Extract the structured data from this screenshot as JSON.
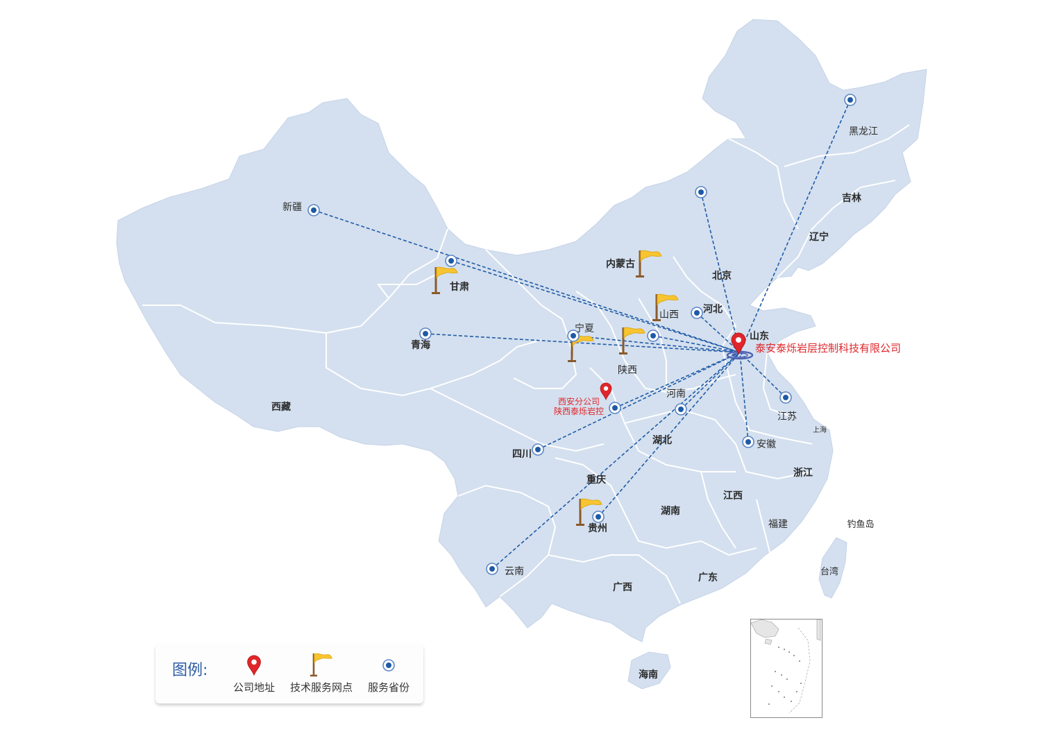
{
  "colors": {
    "land": "#d4e0ef",
    "border": "#ffffff",
    "route": "#1f5aa6",
    "marker_red": "#e0262b",
    "flag_yellow": "#f7c531",
    "point_blue": "#1f5aa6"
  },
  "company": {
    "label": "泰安泰烁岩层控制科技有限公司",
    "icon": "map-pin-icon"
  },
  "branch": {
    "line1": "西安分公司",
    "line2": "陕西泰烁岩控",
    "icon": "map-pin-icon"
  },
  "provinces": [
    {
      "id": "xinjiang",
      "name": "新疆",
      "bold": false
    },
    {
      "id": "xizang",
      "name": "西藏",
      "bold": true
    },
    {
      "id": "qinghai",
      "name": "青海",
      "bold": true
    },
    {
      "id": "gansu",
      "name": "甘肃",
      "bold": true
    },
    {
      "id": "neimenggu",
      "name": "内蒙古",
      "bold": true
    },
    {
      "id": "ningxia",
      "name": "宁夏",
      "bold": false
    },
    {
      "id": "shaanxi",
      "name": "陕西",
      "bold": false
    },
    {
      "id": "shanxi",
      "name": "山西",
      "bold": false
    },
    {
      "id": "hebei",
      "name": "河北",
      "bold": true
    },
    {
      "id": "beijing",
      "name": "北京",
      "bold": true
    },
    {
      "id": "shandong",
      "name": "山东",
      "bold": true
    },
    {
      "id": "henan",
      "name": "河南",
      "bold": false
    },
    {
      "id": "sichuan",
      "name": "四川",
      "bold": true
    },
    {
      "id": "chongqing",
      "name": "重庆",
      "bold": true
    },
    {
      "id": "hubei",
      "name": "湖北",
      "bold": true
    },
    {
      "id": "anhui",
      "name": "安徽",
      "bold": false
    },
    {
      "id": "jiangsu",
      "name": "江苏",
      "bold": false
    },
    {
      "id": "shanghai",
      "name": "上海",
      "bold": false
    },
    {
      "id": "zhejiang",
      "name": "浙江",
      "bold": true
    },
    {
      "id": "jiangxi",
      "name": "江西",
      "bold": true
    },
    {
      "id": "hunan",
      "name": "湖南",
      "bold": true
    },
    {
      "id": "guizhou",
      "name": "贵州",
      "bold": true
    },
    {
      "id": "yunnan",
      "name": "云南",
      "bold": false
    },
    {
      "id": "guangxi",
      "name": "广西",
      "bold": true
    },
    {
      "id": "guangdong",
      "name": "广东",
      "bold": true
    },
    {
      "id": "fujian",
      "name": "福建",
      "bold": false
    },
    {
      "id": "hainan",
      "name": "海南",
      "bold": true
    },
    {
      "id": "taiwan",
      "name": "台湾",
      "bold": false
    },
    {
      "id": "diaoyudao",
      "name": "钓鱼岛",
      "bold": false
    },
    {
      "id": "heilongjiang",
      "name": "黑龙江",
      "bold": false
    },
    {
      "id": "jilin",
      "name": "吉林",
      "bold": true
    },
    {
      "id": "liaoning",
      "name": "辽宁",
      "bold": true
    }
  ],
  "legend": {
    "title": "图例:",
    "items": [
      {
        "label": "公司地址",
        "icon": "map-pin-icon"
      },
      {
        "label": "技术服务网点",
        "icon": "flag-icon"
      },
      {
        "label": "服务省份",
        "icon": "target-dot-icon"
      }
    ]
  }
}
